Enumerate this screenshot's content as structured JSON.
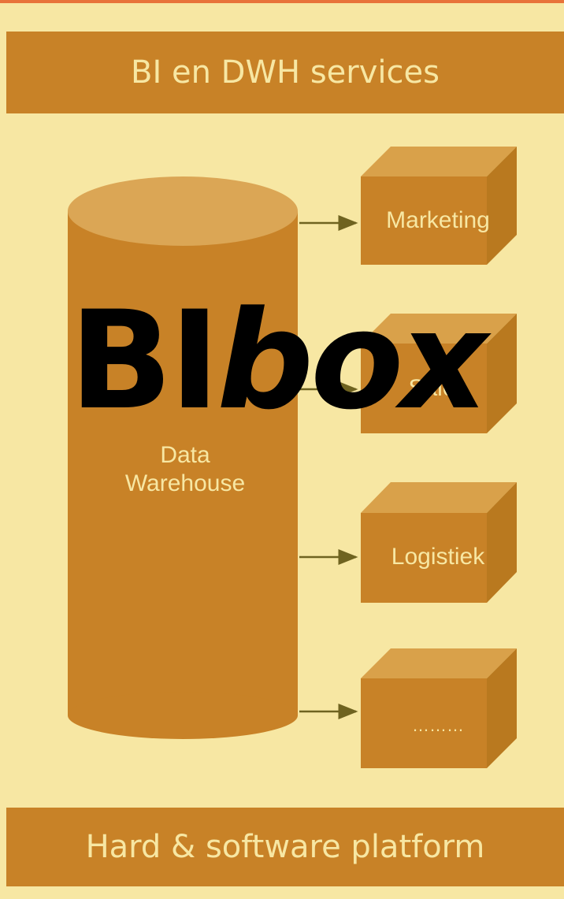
{
  "header": {
    "title": "BI en DWH services"
  },
  "footer": {
    "title": "Hard & software platform"
  },
  "warehouse": {
    "label": "Data Warehouse"
  },
  "modules": [
    {
      "label": "Marketing"
    },
    {
      "label": "Sales"
    },
    {
      "label": "Logistiek"
    },
    {
      "label": "………"
    }
  ],
  "logo": {
    "text_plain": "BI",
    "text_italic": "box"
  },
  "colors": {
    "background": "#f7e7a3",
    "band": "#c88227",
    "cylinder_body": "#c88227",
    "cylinder_top": "#dba655",
    "box_front": "#c88227",
    "box_top": "#d9a14a",
    "box_side": "#b9791f",
    "arrow": "#6f6320",
    "accent_line": "#e8733a"
  }
}
